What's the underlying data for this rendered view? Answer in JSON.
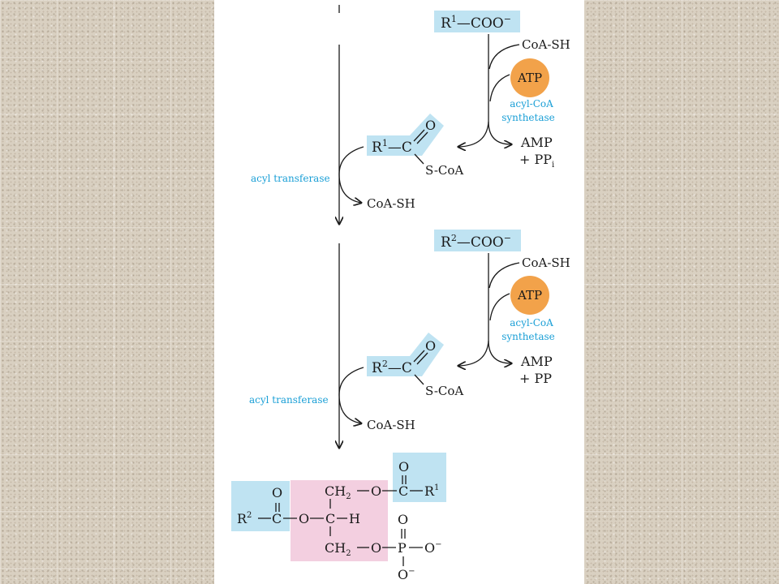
{
  "colors": {
    "box_blue": "#bfe3f2",
    "box_pink": "#f3cfe0",
    "atp_orange": "#f2a24a",
    "enzyme_text": "#1a9fd6"
  },
  "step1": {
    "substrate_R": "R",
    "substrate_sup": "1",
    "substrate_rest": "—COO",
    "substrate_charge": "−",
    "coash_in": "CoA-SH",
    "atp": "ATP",
    "enzyme_line1": "acyl-CoA",
    "enzyme_line2": "synthetase",
    "product_R": "R",
    "product_sup": "1",
    "product_C": "—C",
    "product_O": "O",
    "product_SCoA": "S-CoA",
    "amp": "AMP",
    "ppi": "+ PP",
    "ppi_sub": "i",
    "transferase": "acyl transferase",
    "coash_out": "CoA-SH"
  },
  "step2": {
    "substrate_R": "R",
    "substrate_sup": "2",
    "substrate_rest": "—COO",
    "substrate_charge": "−",
    "coash_in": "CoA-SH",
    "atp": "ATP",
    "enzyme_line1": "acyl-CoA",
    "enzyme_line2": "synthetase",
    "product_R": "R",
    "product_sup": "2",
    "product_C": "—C",
    "product_O": "O",
    "product_SCoA": "S-CoA",
    "amp": "AMP",
    "pp": "+ PP",
    "transferase": "acyl transferase",
    "coash_out": "CoA-SH"
  },
  "product": {
    "top_ch2": "CH",
    "top_ch2_sub": "2",
    "top_O": "O",
    "top_C": "C",
    "top_carbonyl_O": "O",
    "top_R": "R",
    "top_R_sup": "1",
    "mid_R": "R",
    "mid_R_sup": "2",
    "mid_C": "C",
    "mid_carbonyl_O": "O",
    "mid_O": "O",
    "mid_CH": "C",
    "mid_H": "H",
    "bot_ch2": "CH",
    "bot_ch2_sub": "2",
    "bot_O": "O",
    "bot_P": "P",
    "p_top_O": "O",
    "p_right_O": "O",
    "p_right_charge": "−",
    "p_bot_O": "O",
    "p_bot_charge": "−"
  }
}
